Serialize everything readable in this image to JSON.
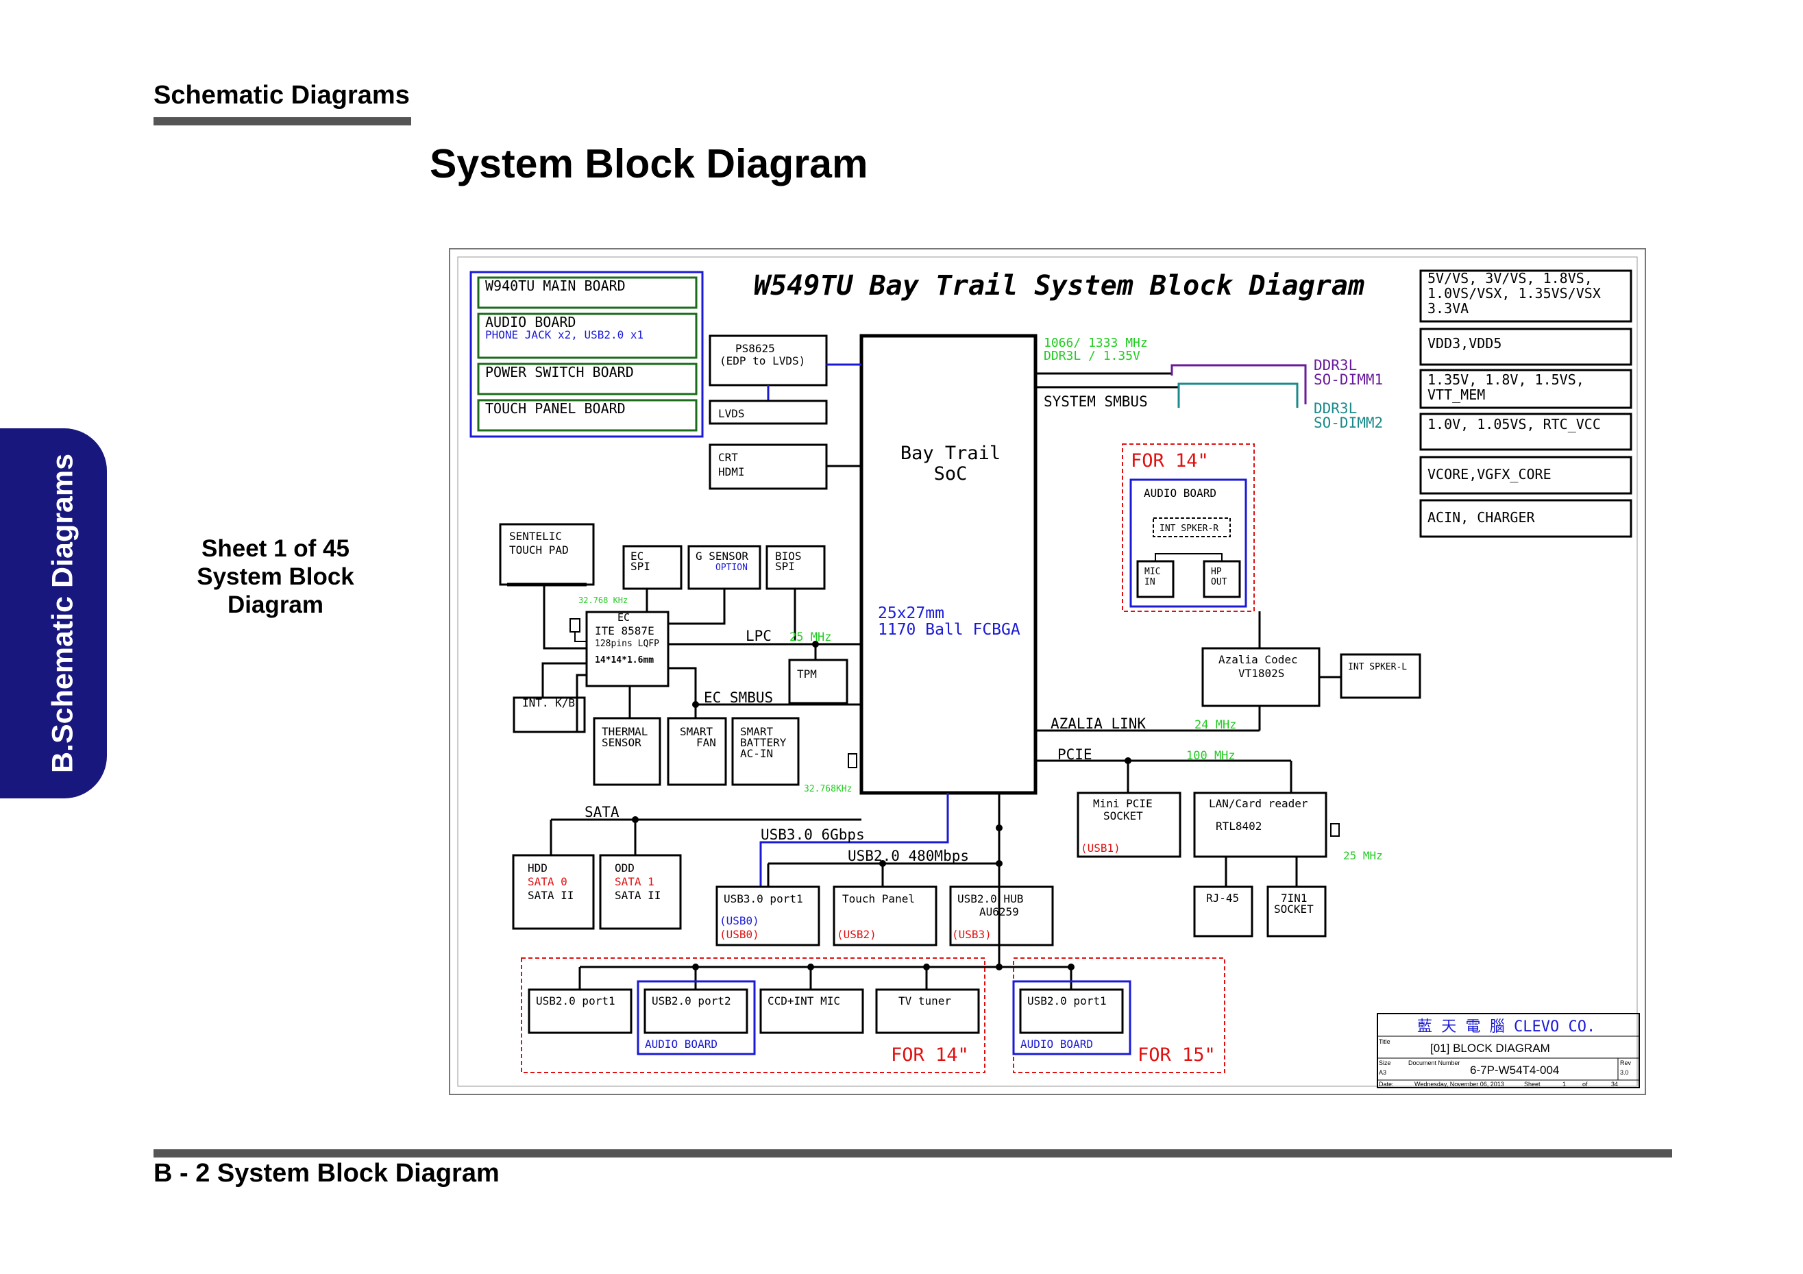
{
  "header": {
    "section": "Schematic  Diagrams",
    "title": "System Block Diagram"
  },
  "side_tab": {
    "label": "B.Schematic Diagrams"
  },
  "sheet_info": {
    "line1": "Sheet 1 of 45",
    "line2": "System Block",
    "line3": "Diagram"
  },
  "footer": {
    "label": "B - 2   System Block Diagram"
  },
  "diagram": {
    "title": "W549TU Bay Trail System Block Diagram",
    "boards": [
      "W940TU MAIN BOARD",
      "AUDIO BOARD",
      "POWER SWITCH BOARD",
      "TOUCH PANEL BOARD"
    ],
    "boards_note": "PHONE JACK x2, USB2.0 x1",
    "soc": {
      "line1": "Bay Trail",
      "line2": "SoC",
      "pkg1": "25x27mm",
      "pkg2": "1170 Ball FCBGA"
    },
    "ps8625": {
      "line1": "PS8625",
      "line2": "(EDP to LVDS)"
    },
    "lvds": "LVDS",
    "crt": {
      "line1": "CRT",
      "line2": "HDMI"
    },
    "memory": {
      "freq": "1066/ 1333 MHz",
      "type": "DDR3L / 1.35V",
      "dimm1a": "DDR3L",
      "dimm1b": "SO-DIMM1",
      "dimm2a": "DDR3L",
      "dimm2b": "SO-DIMM2",
      "smbus": "SYSTEM SMBUS"
    },
    "power_rails": [
      "5V/VS, 3V/VS, 1.8VS,",
      "1.0VS/VSX, 1.35VS/VSX",
      "3.3VA",
      "VDD3,VDD5",
      "1.35V, 1.8V, 1.5VS,",
      "VTT_MEM",
      "1.0V, 1.05VS, RTC_VCC",
      "VCORE,VGFX_CORE",
      "ACIN, CHARGER"
    ],
    "for14_audio": {
      "tag": "FOR 14\"",
      "board": "AUDIO BOARD",
      "spk": "INT SPKER-R",
      "mic1": "MIC",
      "mic2": "IN",
      "hp1": "HP",
      "hp2": "OUT"
    },
    "touchpad": {
      "line1": "SENTELIC",
      "line2": "TOUCH PAD"
    },
    "ec_spi": {
      "line1": "EC",
      "line2": "SPI"
    },
    "gsensor": {
      "line1": "G SENSOR",
      "line2": "OPTION"
    },
    "bios": {
      "line1": "BIOS",
      "line2": "SPI"
    },
    "ec": {
      "line1": "EC",
      "line2": "ITE 8587E",
      "line3": "128pins LQFP",
      "line4": "14*14*1.6mm",
      "xtal": "32.768 KHz"
    },
    "kb": "INT. K/B",
    "thermal": {
      "line1": "THERMAL",
      "line2": "SENSOR"
    },
    "fan": {
      "line1": "SMART",
      "line2": "FAN"
    },
    "battery": {
      "line1": "SMART",
      "line2": "BATTERY",
      "line3": "AC-IN"
    },
    "ec_smbus": "EC SMBUS",
    "lpc": {
      "label": "LPC",
      "freq": "25 MHz"
    },
    "tpm": "TPM",
    "soc_xtal": "32.768KHz",
    "azalia": {
      "line1": "Azalia Codec",
      "line2": "VT1802S",
      "link": "AZALIA LINK",
      "freq": "24 MHz"
    },
    "spk_l": "INT SPKER-L",
    "pcie": {
      "label": "PCIE",
      "freq": "100 MHz"
    },
    "mini_pcie": {
      "line1": "Mini PCIE",
      "line2": "SOCKET",
      "usb": "(USB1)"
    },
    "lan": {
      "line1": "LAN/Card reader",
      "line2": "RTL8402",
      "freq": "25 MHz"
    },
    "rj45": "RJ-45",
    "card": {
      "line1": "7IN1",
      "line2": "SOCKET"
    },
    "sata": "SATA",
    "hdd": {
      "line1": "HDD",
      "line2": "SATA 0",
      "line3": "SATA II"
    },
    "odd": {
      "line1": "ODD",
      "line2": "SATA 1",
      "line3": "SATA II"
    },
    "usb3": {
      "bus": "USB3.0 6Gbps",
      "port": "USB3.0 port1",
      "u0a": "(USB0)",
      "u0b": "(USB0)"
    },
    "usb2": {
      "bus": "USB2.0 480Mbps"
    },
    "touch_panel": {
      "label": "Touch Panel",
      "usb": "(USB2)"
    },
    "hub": {
      "line1": "USB2.0 HUB",
      "line2": "AU6259",
      "usb": "(USB3)"
    },
    "hub_ports": {
      "p1": "USB2.0 port1",
      "p2": "USB2.0 port2",
      "ccd": "CCD+INT MIC",
      "tv": "TV tuner",
      "p1b": "USB2.0 port1",
      "audio_a": "AUDIO BOARD",
      "audio_b": "AUDIO BOARD",
      "for14": "FOR 14\"",
      "for15": "FOR 15\""
    },
    "title_block": {
      "company": "藍 天 電 腦  CLEVO CO.",
      "title_lbl": "Title",
      "title": "[01] BLOCK DIAGRAM",
      "size_lbl": "Size",
      "size": "A3",
      "doc_lbl": "Document Number",
      "doc": "6-7P-W54T4-004",
      "rev_lbl": "Rev",
      "rev": "3.0",
      "date_lbl": "Date:",
      "date": "Wednesday, November 06, 2013",
      "sheet_lbl": "Sheet",
      "sheet": "1",
      "of_lbl": "of",
      "total": "34"
    }
  },
  "colors": {
    "tab": "#17177e",
    "blue": "#1a1ad6",
    "green": "#1a6b1a",
    "lime": "#22cc22",
    "red": "#e01010",
    "purple": "#6a1a9a",
    "teal": "#1a8a8a"
  }
}
